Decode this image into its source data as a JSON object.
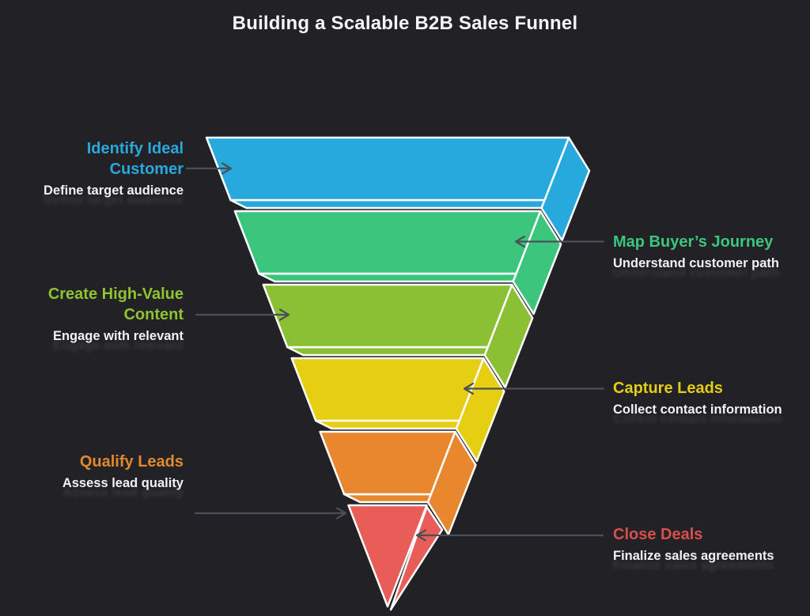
{
  "title": "Building a Scalable B2B Sales Funnel",
  "theme": {
    "background": "#212126",
    "title_color": "#f5f5f6",
    "subtitle_color": "#f2f2f3",
    "outline_color": "#ffffff",
    "arrow_color": "#4b5057"
  },
  "funnel": {
    "type": "funnel",
    "layers": [
      {
        "name": "identify-ideal-customer",
        "fill": "#28a9dd"
      },
      {
        "name": "map-buyers-journey",
        "fill": "#3cc57d"
      },
      {
        "name": "create-high-value-content",
        "fill": "#8cc034"
      },
      {
        "name": "capture-leads",
        "fill": "#e6ce13"
      },
      {
        "name": "qualify-leads",
        "fill": "#e8872e"
      },
      {
        "name": "close-deals",
        "fill": "#e85d57"
      }
    ]
  },
  "steps": [
    {
      "title": "Identify Ideal Customer",
      "subtitle": "Define target audience",
      "color": "#2aa7db"
    },
    {
      "title": "Map Buyer’s Journey",
      "subtitle": "Understand customer path",
      "color": "#3cc57d"
    },
    {
      "title": "Create High-Value Content",
      "subtitle": "Engage with relevant",
      "color": "#8fc32f"
    },
    {
      "title": "Capture Leads",
      "subtitle": "Collect contact information",
      "color": "#e3cc16"
    },
    {
      "title": "Qualify Leads",
      "subtitle": "Assess lead quality",
      "color": "#e0892e"
    },
    {
      "title": "Close Deals",
      "subtitle": "Finalize sales agreements",
      "color": "#d94f4e"
    }
  ]
}
